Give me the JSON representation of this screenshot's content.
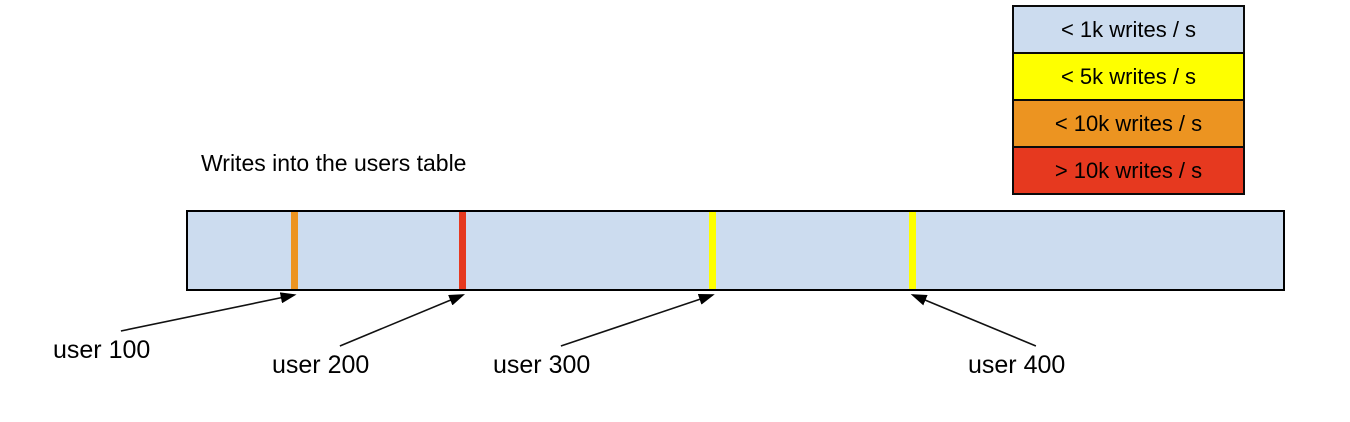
{
  "diagram": {
    "title": "Writes into the users table",
    "table_bar": {
      "fill": "#ccdcef",
      "border_color": "#000000",
      "markers": [
        {
          "id": "user-100",
          "user": "user 100",
          "write_rate": "< 10k writes / s",
          "color": "#ec9421",
          "x_frac": 0.097
        },
        {
          "id": "user-200",
          "user": "user 200",
          "write_rate": "> 10k writes / s",
          "color": "#e6391f",
          "x_frac": 0.251
        },
        {
          "id": "user-300",
          "user": "user 300",
          "write_rate": "< 5k writes / s",
          "color": "#feff00",
          "x_frac": 0.479
        },
        {
          "id": "user-400",
          "user": "user 400",
          "write_rate": "< 5k writes / s",
          "color": "#feff00",
          "x_frac": 0.662
        }
      ]
    },
    "legend": {
      "items": [
        {
          "label": "< 1k writes / s",
          "color": "#ccdcef"
        },
        {
          "label": "< 5k writes / s",
          "color": "#feff00"
        },
        {
          "label": "< 10k writes / s",
          "color": "#ec9421"
        },
        {
          "label": "> 10k writes / s",
          "color": "#e6391f"
        }
      ]
    },
    "callouts": [
      {
        "label": "user 100",
        "marker_index": 0
      },
      {
        "label": "user 200",
        "marker_index": 1
      },
      {
        "label": "user 300",
        "marker_index": 2
      },
      {
        "label": "user 400",
        "marker_index": 3
      }
    ],
    "arrow_color": "#111111"
  }
}
